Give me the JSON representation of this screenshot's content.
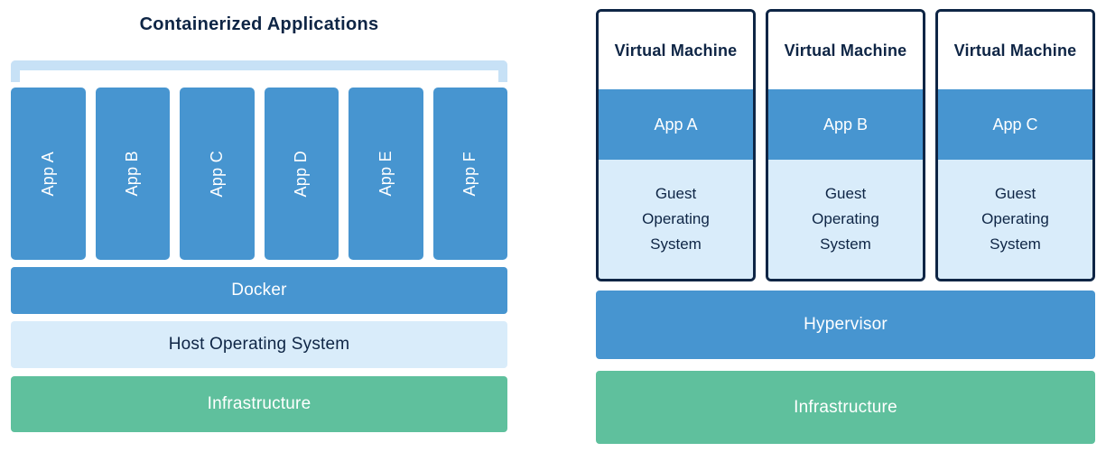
{
  "colors": {
    "blue": "#4795D0",
    "light_blue": "#D9ECFA",
    "bracket": "#C7E1F6",
    "green": "#5FC09D",
    "navy": "#0E2545"
  },
  "left": {
    "title": "Containerized Applications",
    "apps": [
      "App A",
      "App B",
      "App C",
      "App D",
      "App E",
      "App F"
    ],
    "layers": [
      {
        "label": "Docker"
      },
      {
        "label": "Host Operating System"
      },
      {
        "label": "Infrastructure"
      }
    ]
  },
  "right": {
    "vms": [
      {
        "title": "Virtual Machine",
        "app": "App A",
        "os": "Guest Operating System"
      },
      {
        "title": "Virtual Machine",
        "app": "App B",
        "os": "Guest Operating System"
      },
      {
        "title": "Virtual Machine",
        "app": "App C",
        "os": "Guest Operating System"
      }
    ],
    "layers": [
      {
        "label": "Hypervisor"
      },
      {
        "label": "Infrastructure"
      }
    ]
  }
}
